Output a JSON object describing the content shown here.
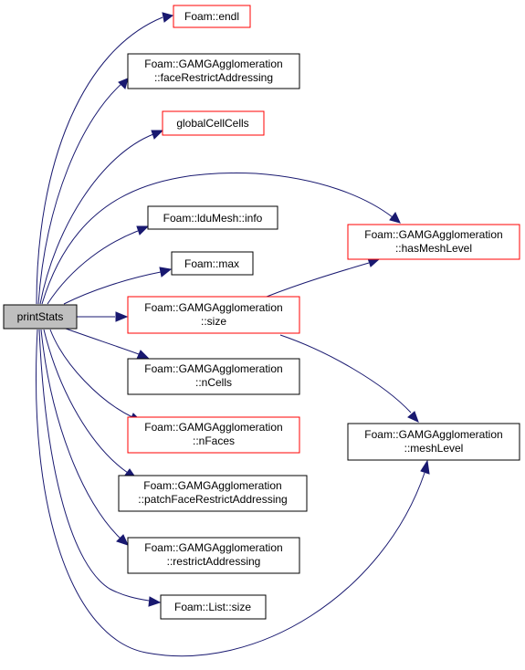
{
  "colors": {
    "edge": "#191970",
    "border_normal": "#000000",
    "border_highlight": "#ff0000",
    "root_fill": "#bfbfbf",
    "node_fill": "#ffffff"
  },
  "nodes": {
    "root": {
      "lines": [
        "printStats"
      ],
      "style": "root"
    },
    "endl": {
      "lines": [
        "Foam::endl"
      ],
      "style": "red"
    },
    "faceRestrict": {
      "lines": [
        "Foam::GAMGAgglomeration",
        "::faceRestrictAddressing"
      ],
      "style": "black"
    },
    "globalCell": {
      "lines": [
        "globalCellCells"
      ],
      "style": "red"
    },
    "lduInfo": {
      "lines": [
        "Foam::lduMesh::info"
      ],
      "style": "black"
    },
    "hasMesh": {
      "lines": [
        "Foam::GAMGAgglomeration",
        "::hasMeshLevel"
      ],
      "style": "red"
    },
    "max": {
      "lines": [
        "Foam::max"
      ],
      "style": "black"
    },
    "gsize": {
      "lines": [
        "Foam::GAMGAgglomeration",
        "::size"
      ],
      "style": "red"
    },
    "nCells": {
      "lines": [
        "Foam::GAMGAgglomeration",
        "::nCells"
      ],
      "style": "black"
    },
    "nFaces": {
      "lines": [
        "Foam::GAMGAgglomeration",
        "::nFaces"
      ],
      "style": "red"
    },
    "meshLevel": {
      "lines": [
        "Foam::GAMGAgglomeration",
        "::meshLevel"
      ],
      "style": "black"
    },
    "patchFace": {
      "lines": [
        "Foam::GAMGAgglomeration",
        "::patchFaceRestrictAddressing"
      ],
      "style": "black"
    },
    "restrict": {
      "lines": [
        "Foam::GAMGAgglomeration",
        "::restrictAddressing"
      ],
      "style": "black"
    },
    "listSize": {
      "lines": [
        "Foam::List::size"
      ],
      "style": "black"
    }
  }
}
